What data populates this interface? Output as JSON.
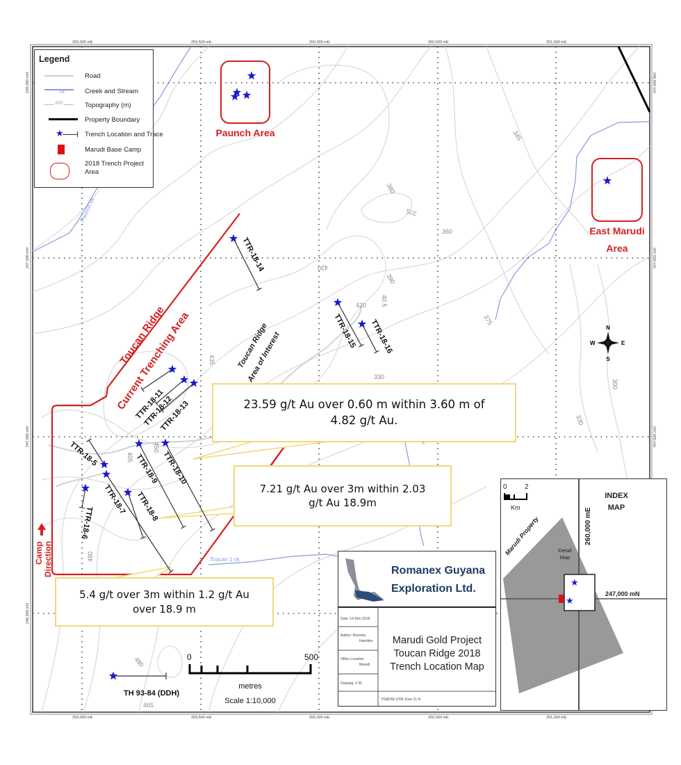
{
  "map": {
    "title_lines": [
      "Marudi Gold Project",
      "Toucan Ridge 2018",
      "Trench Location Map"
    ],
    "grid_easting_labels": [
      "259,000 mE",
      "259,500 mE",
      "260,000 mE",
      "260,500 mE",
      "261,000 mE"
    ],
    "grid_northing_labels": [
      "248,000 mN",
      "247,500 mN",
      "247,000 mN",
      "246,500 mN"
    ],
    "colors": {
      "trench_area": "#d42020",
      "star": "#1a1acc",
      "creek": "#8899dd",
      "contour": "#d0d0d0",
      "callout_border": "#f2d77a",
      "boundary": "#000000"
    }
  },
  "legend": {
    "title": "Legend",
    "items": [
      {
        "label": "Road",
        "icon": "road-line"
      },
      {
        "label": "Creek and Stream",
        "icon": "creek-line",
        "sub": "ck"
      },
      {
        "label": "Topography (m)",
        "icon": "contour-line",
        "sub": "465"
      },
      {
        "label": "Property Boundary",
        "icon": "boundary-line"
      },
      {
        "label": "Trench Location and Trace",
        "icon": "star-trace"
      },
      {
        "label": "Marudi Base Camp",
        "icon": "red-square"
      },
      {
        "label": "2018 Trench Project Area",
        "icon": "red-rounded-rect"
      }
    ]
  },
  "areas": {
    "paunch": "Paunch Area",
    "east_marudi_1": "East Marudi",
    "east_marudi_2": "Area",
    "toucan_current_1": "Toucan Ridge",
    "toucan_current_2": "Current Trenching Area",
    "toucan_interest_1": "Toucan Ridge",
    "toucan_interest_2": "Area of Interest",
    "camp_direction_1": "Camp",
    "camp_direction_2": "Direction"
  },
  "trenches": [
    {
      "id": "TTR-18-5"
    },
    {
      "id": "TTR-18-6"
    },
    {
      "id": "TTR-18-7"
    },
    {
      "id": "TTR-18-8"
    },
    {
      "id": "TTR-18-9"
    },
    {
      "id": "TTR-18-10"
    },
    {
      "id": "TTR-18-11"
    },
    {
      "id": "TTR-18-12"
    },
    {
      "id": "TTR-18-13"
    },
    {
      "id": "TTR-18-14"
    },
    {
      "id": "TTR-18-15"
    },
    {
      "id": "TTR-18-16"
    }
  ],
  "drillhole": "TH 93-84 (DDH)",
  "contour_labels": [
    "345",
    "380",
    "375",
    "360",
    "420",
    "390",
    "40.5",
    "420",
    "435",
    "330",
    "375",
    "300",
    "330",
    "405",
    "450",
    "480",
    "465",
    "480"
  ],
  "creek_labels": {
    "paunch": "Paunch ck",
    "toucan1": "Toucan 1 ck",
    "toucan2": "2 ck"
  },
  "callouts": {
    "c1_line1": "23.59 g/t Au over 0.60 m within 3.60 m of",
    "c1_line2": "4.82 g/t Au.",
    "c2_line1": "7.21  g/t Au over 3m  within 2.03",
    "c2_line2": "g/t Au 18.9m",
    "c3_line1": "5.4 g/t over 3m within 1.2 g/t Au",
    "c3_line2": "over 18.9  m"
  },
  "scale_bar": {
    "start": "0",
    "end": "500",
    "unit": "metres",
    "scale": "Scale 1:10,000"
  },
  "compass": {
    "n": "N",
    "s": "S",
    "e": "E",
    "w": "W"
  },
  "title_block": {
    "company_line1": "Romanex Guyana",
    "company_line2": "Exploration Ltd.",
    "date": "Date: 14-Dec-2018",
    "author_1": "Author: Romsha",
    "author_2": "Hamilton",
    "office_1": "Office Location:",
    "office_2": "Marudi",
    "drawing": "Drawing: # 35",
    "projection": "PSAD56 UTM Zone 21 N"
  },
  "index_map": {
    "title_1": "INDEX",
    "title_2": "MAP",
    "scale_start": "0",
    "scale_end": "2",
    "scale_unit": "Km",
    "property": "Marudi Property",
    "detail_1": "Detail",
    "detail_2": "Map",
    "easting": "260,000 mE",
    "northing": "247,000 mN"
  }
}
